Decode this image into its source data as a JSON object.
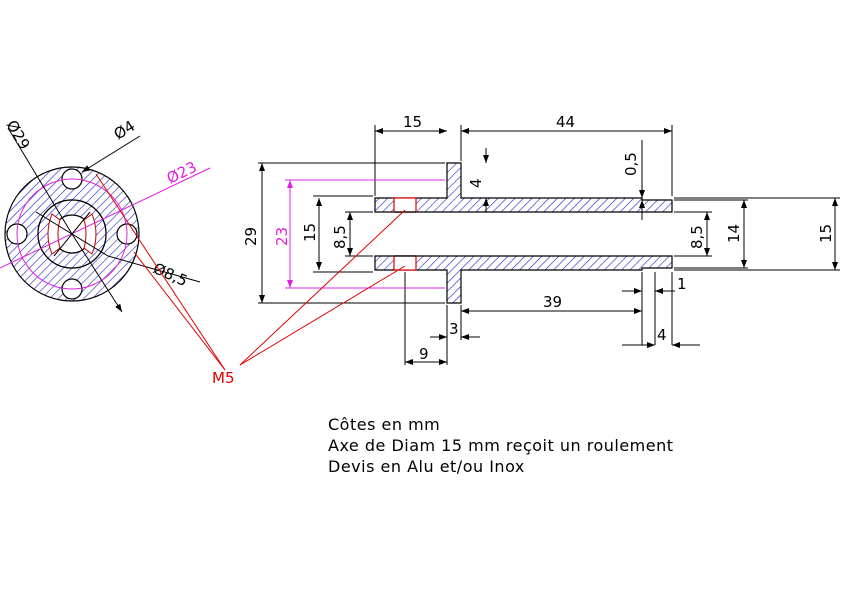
{
  "front_view": {
    "dia_outer": "Ø29",
    "dia_holes": "Ø4",
    "dia_pitch": "Ø23",
    "dia_bore": "Ø8,5"
  },
  "section_view": {
    "d_15_top": "15",
    "d_44": "44",
    "d_0_5": "0,5",
    "d_4_top": "4",
    "d_29": "29",
    "d_23": "23",
    "d_15_left": "15",
    "d_8_5_left": "8,5",
    "d_8_5_right": "8,5",
    "d_14": "14",
    "d_15_right": "15",
    "d_1": "1",
    "d_39": "39",
    "d_3": "3",
    "d_4_bottom": "4",
    "d_9": "9"
  },
  "thread_label": "M5",
  "notes": [
    "Côtes en mm",
    "Axe de Diam 15 mm reçoit un roulement",
    "Devis en Alu et/ou Inox"
  ],
  "colors": {
    "line": "#000000",
    "hatch": "#2020c0",
    "pitch": "#e020e0",
    "thread": "#e00000"
  }
}
